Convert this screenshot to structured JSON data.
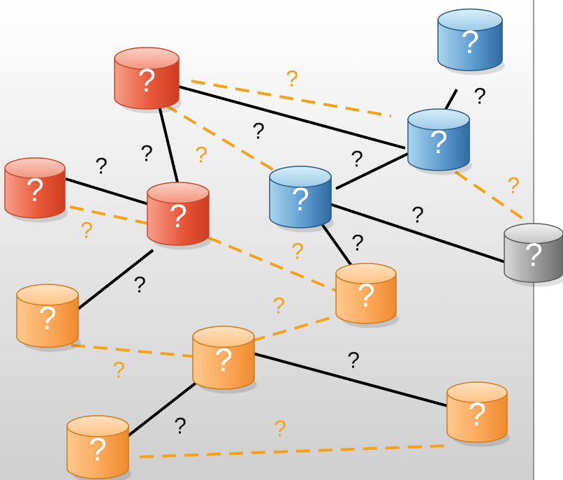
{
  "colors": {
    "solid_edge": "#000000",
    "dashed_edge": "#f5a11a",
    "solid_label": "#111111",
    "dashed_label": "#f5a11a",
    "node_label": "#ffffff"
  },
  "node_styles": {
    "red": {
      "side": "red-side",
      "top": "red-top",
      "stroke": "#c44a2e"
    },
    "blue": {
      "side": "blue-side",
      "top": "blue-top",
      "stroke": "#2a5a8a"
    },
    "orange": {
      "side": "orange-side",
      "top": "orange-top",
      "stroke": "#d07a1e"
    },
    "gray": {
      "side": "gray-side",
      "top": "gray-top",
      "stroke": "#5a5a5a"
    }
  },
  "nodes": [
    {
      "id": "n1",
      "color": "blue",
      "label": "?"
    },
    {
      "id": "n2",
      "color": "red",
      "label": "?"
    },
    {
      "id": "n3",
      "color": "blue",
      "label": "?"
    },
    {
      "id": "n4",
      "color": "red",
      "label": "?"
    },
    {
      "id": "n5",
      "color": "red",
      "label": "?"
    },
    {
      "id": "n6",
      "color": "blue",
      "label": "?"
    },
    {
      "id": "n7",
      "color": "gray",
      "label": "?"
    },
    {
      "id": "n8",
      "color": "orange",
      "label": "?"
    },
    {
      "id": "n9",
      "color": "orange",
      "label": "?"
    },
    {
      "id": "n10",
      "color": "orange",
      "label": "?"
    },
    {
      "id": "n11",
      "color": "orange",
      "label": "?"
    },
    {
      "id": "n12",
      "color": "orange",
      "label": "?"
    }
  ],
  "edges": [
    {
      "from": "n1",
      "to": "n3",
      "style": "solid",
      "label": "?"
    },
    {
      "from": "n2",
      "to": "n3",
      "style": "solid",
      "label": "?"
    },
    {
      "from": "n2",
      "to": "n5",
      "style": "solid",
      "label": "?"
    },
    {
      "from": "n4",
      "to": "n5",
      "style": "solid",
      "label": "?"
    },
    {
      "from": "n6",
      "to": "n3",
      "style": "solid",
      "label": "?"
    },
    {
      "from": "n6",
      "to": "n7",
      "style": "solid",
      "label": "?"
    },
    {
      "from": "n6",
      "to": "n9",
      "style": "solid",
      "label": "?"
    },
    {
      "from": "n5",
      "to": "n8",
      "style": "solid",
      "label": "?"
    },
    {
      "from": "n10",
      "to": "n12",
      "style": "solid",
      "label": "?"
    },
    {
      "from": "n10",
      "to": "n11",
      "style": "solid",
      "label": "?"
    },
    {
      "from": "n2",
      "to": "n3",
      "style": "dashed",
      "label": "?"
    },
    {
      "from": "n2",
      "to": "n6",
      "style": "dashed",
      "label": "?"
    },
    {
      "from": "n3",
      "to": "n7",
      "style": "dashed",
      "label": "?"
    },
    {
      "from": "n4",
      "to": "n5",
      "style": "dashed",
      "label": "?"
    },
    {
      "from": "n5",
      "to": "n9",
      "style": "dashed",
      "label": "?"
    },
    {
      "from": "n8",
      "to": "n10",
      "style": "dashed",
      "label": "?"
    },
    {
      "from": "n10",
      "to": "n9",
      "style": "dashed",
      "label": "?"
    },
    {
      "from": "n11",
      "to": "n12",
      "style": "dashed",
      "label": "?"
    }
  ]
}
